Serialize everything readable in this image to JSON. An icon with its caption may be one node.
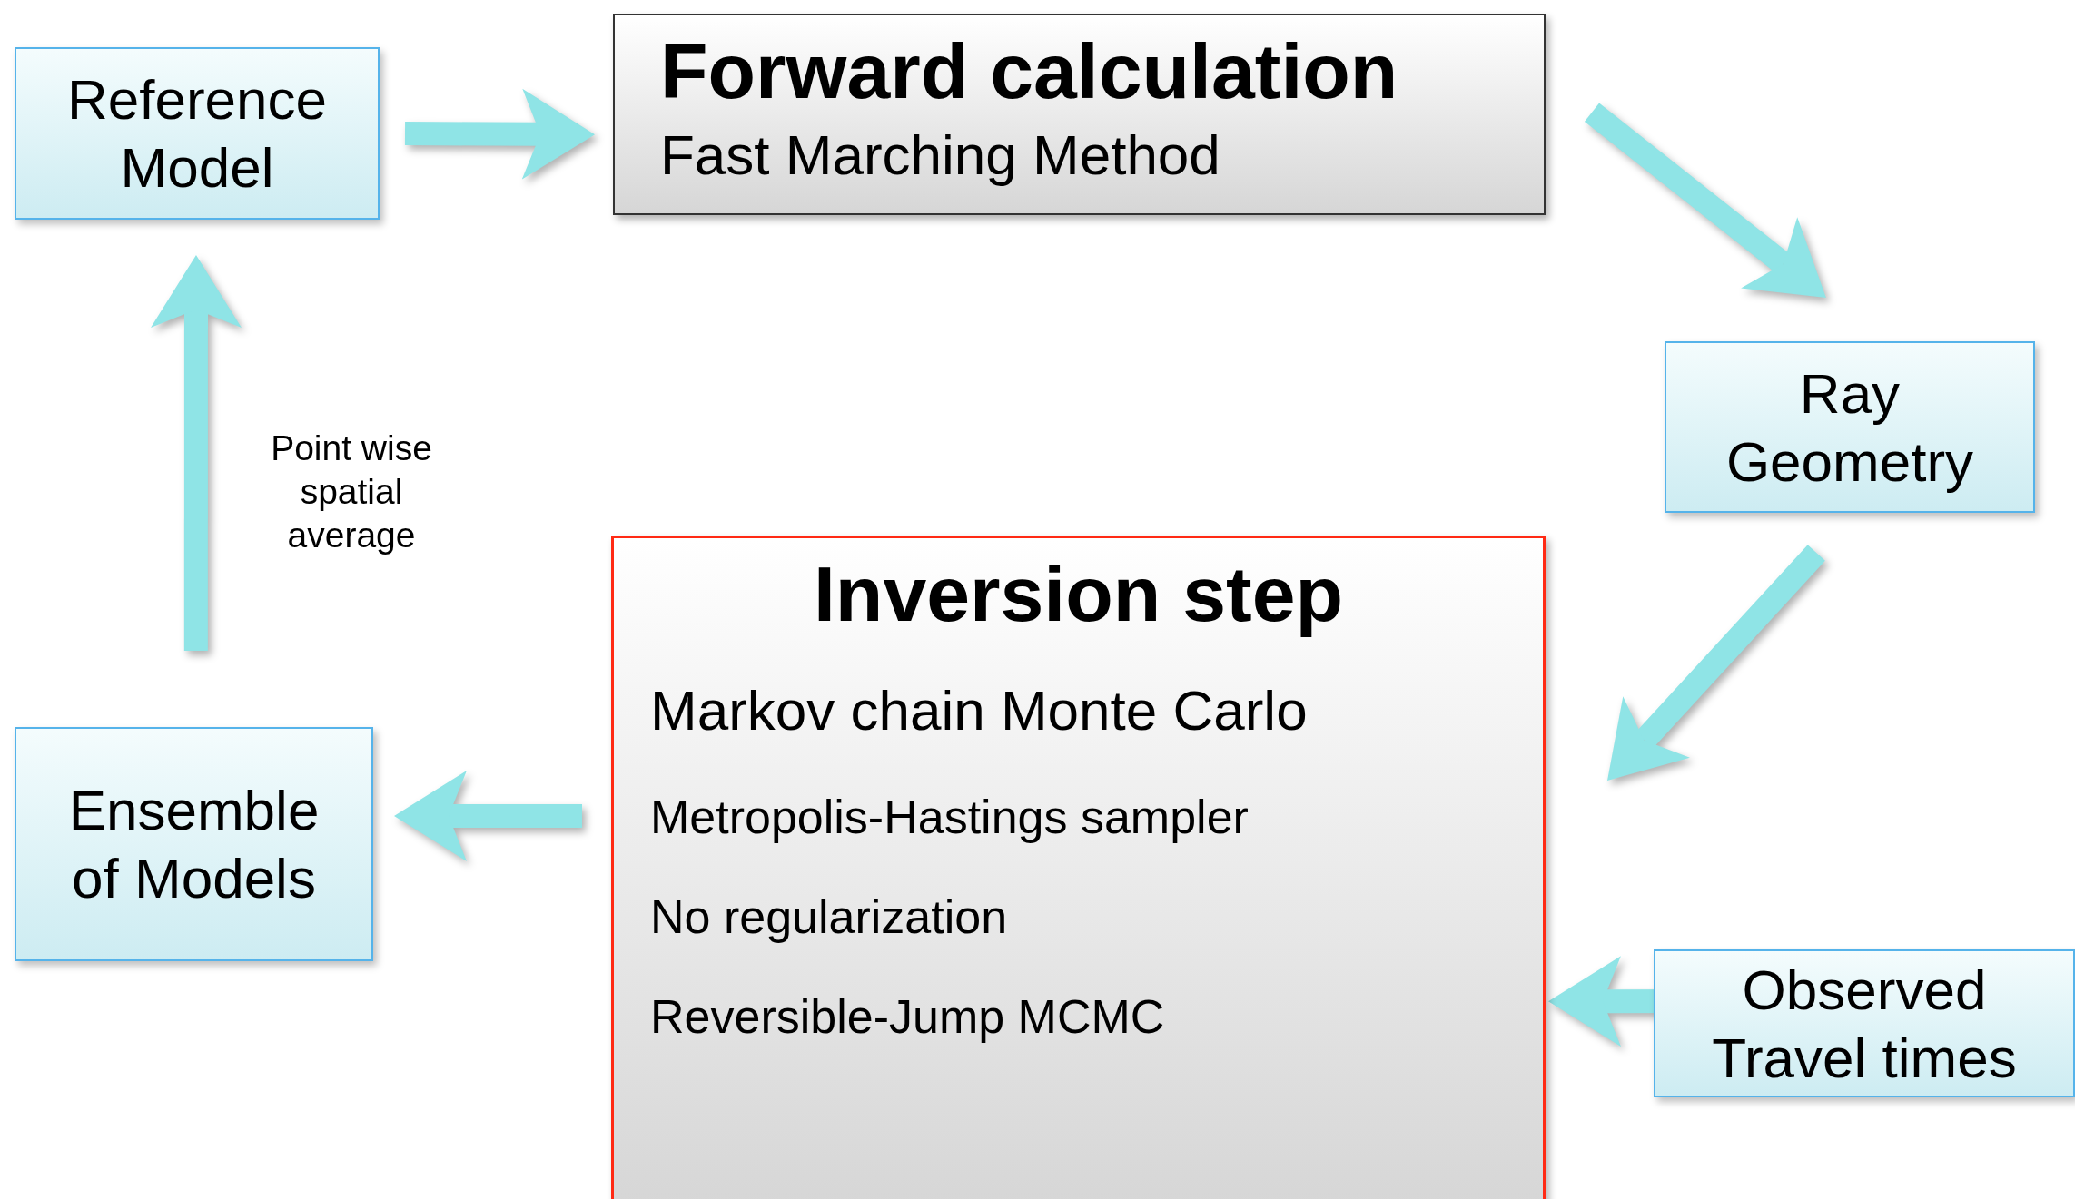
{
  "diagram": {
    "nodes": [
      {
        "text": [
          "Reference Model"
        ]
      },
      {
        "text": [
          "Forward calculation",
          "Fast Marching Method"
        ]
      },
      {
        "text": [
          "Ray Geometry"
        ]
      },
      {
        "text": [
          "Inversion step",
          "Markov chain Monte Carlo",
          "Metropolis-Hastings sampler",
          "No regularization",
          "Reversible-Jump MCMC"
        ]
      },
      {
        "text": [
          "Ensemble of Models"
        ]
      },
      {
        "text": [
          "Observed Travel times"
        ]
      }
    ],
    "edges": [
      {
        "from": 0,
        "to": 1,
        "arrow": "to"
      },
      {
        "from": 1,
        "to": 2,
        "arrow": "to"
      },
      {
        "from": 2,
        "to": 3,
        "arrow": "to"
      },
      {
        "from": 5,
        "to": 3,
        "arrow": "to"
      },
      {
        "from": 3,
        "to": 4,
        "arrow": "to"
      },
      {
        "from": 4,
        "to": 0,
        "arrow": "to",
        "label": "Point wise spatial average"
      }
    ]
  }
}
